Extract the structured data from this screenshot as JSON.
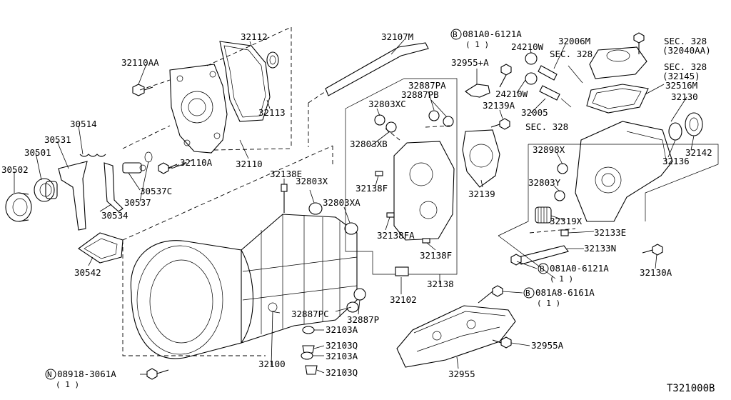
{
  "diagram_code": "T321000B",
  "labels": {
    "l32112": "32112",
    "l32110AA": "32110AA",
    "l32113": "32113",
    "l32110": "32110",
    "l32110A": "32110A",
    "l30514": "30514",
    "l30531": "30531",
    "l30501": "30501",
    "l30502": "30502",
    "l30537C": "30537C",
    "l30537": "30537",
    "l30534": "30534",
    "l30542": "30542",
    "l32107M": "32107M",
    "l32138E": "32138E",
    "l32803X": "32803X",
    "l32803XA": "32803XA",
    "l32887PA": "32887PA",
    "l32887PB": "32887PB",
    "l32803XC": "32803XC",
    "l32803XB": "32803XB",
    "l32138F_a": "32138F",
    "l32138FA": "32138FA",
    "l32138F_b": "32138F",
    "l32138": "32138",
    "l32102": "32102",
    "l32887PC": "32887PC",
    "l32887P": "32887P",
    "l32103A_a": "32103A",
    "l32103Q_a": "32103Q",
    "l32103A_b": "32103A",
    "l32103Q_b": "32103Q",
    "l32100": "32100",
    "n08918": "08918-3061A",
    "n08918_qty": "( 1 )",
    "l32955A_top": "32955+A",
    "b081A0_top": "081A0-6121A",
    "b081A0_top_qty": "( 1 )",
    "l24210W_a": "24210W",
    "l32006M": "32006M",
    "sec328_a": "SEC. 328",
    "sec328_b": "SEC. 328",
    "sec328_b_sub": "(32040AA)",
    "sec328_c": "SEC. 328",
    "sec328_c_sub": "(32145)",
    "sec328_d": "SEC. 328",
    "l24210W_b": "24210W",
    "l32139A": "32139A",
    "l32005": "32005",
    "l32516M": "32516M",
    "l32130": "32130",
    "l32142": "32142",
    "l32136": "32136",
    "l32139": "32139",
    "l32898X": "32898X",
    "l32803Y": "32803Y",
    "l32319X": "32319X",
    "l32133E": "32133E",
    "l32133N": "32133N",
    "b081A0_bot": "081A0-6121A",
    "b081A0_bot_qty": "( 1 )",
    "l32130A": "32130A",
    "b081A8": "081A8-6161A",
    "b081A8_qty": "( 1 )",
    "l32955A": "32955A",
    "l32955": "32955"
  },
  "markers": {
    "bolt_letter": "B",
    "nut_letter": "N"
  }
}
